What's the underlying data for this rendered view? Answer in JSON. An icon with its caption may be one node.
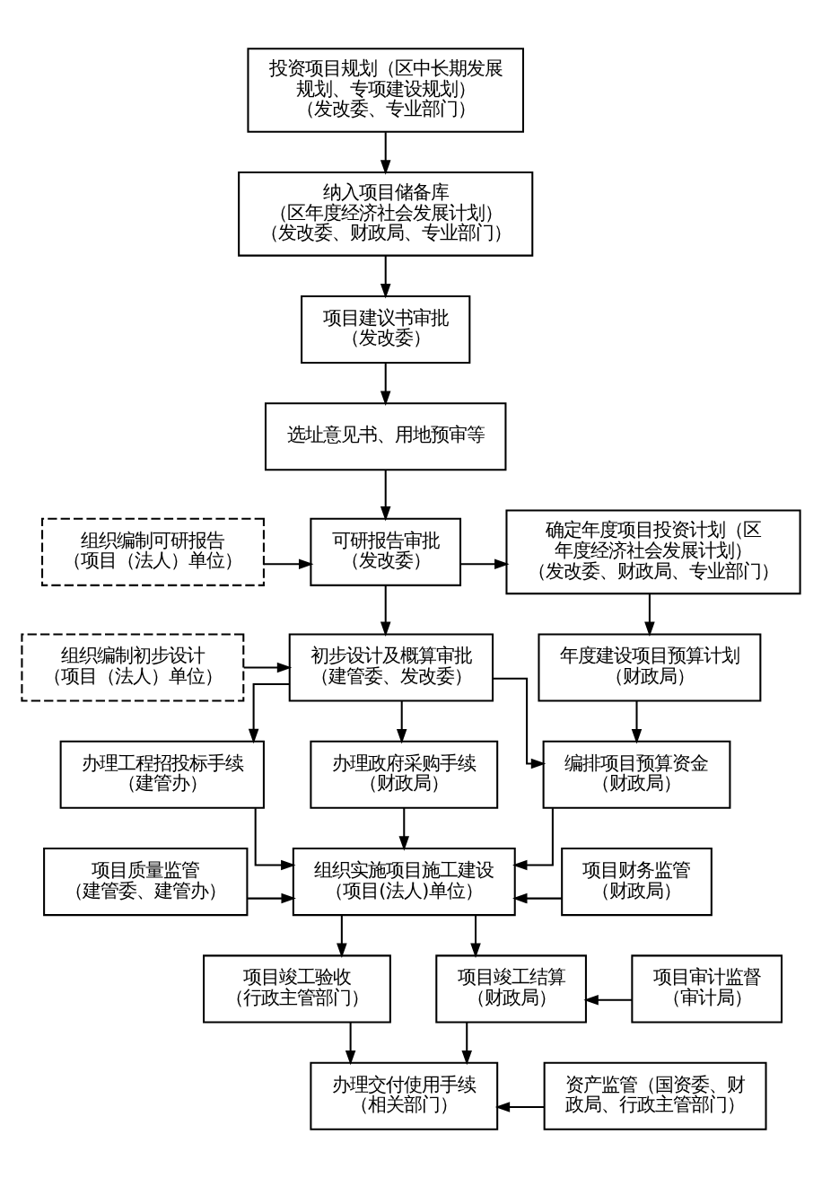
{
  "diagram": {
    "nodes": [
      {
        "text": [
          "投资项目规划（区中长期发展规划、专项建设规划）",
          "（发改委、专业部门）"
        ]
      },
      {
        "text": [
          "纳入项目储备库",
          "（区年度经济社会发展计划）",
          "（发改委、财政局、专业部门）"
        ]
      },
      {
        "text": [
          "项目建议书审批",
          "（发改委）"
        ]
      },
      {
        "text": [
          "选址意见书、用地预审等"
        ]
      },
      {
        "text": [
          "组织编制可研报告",
          "（项目（法人）单位）"
        ]
      },
      {
        "text": [
          "可研报告审批",
          "（发改委）"
        ]
      },
      {
        "text": [
          "确定年度项目投资计划（区年度经济社会发展计划）",
          "（发改委、财政局、专业部门）"
        ]
      },
      {
        "text": [
          "组织编制初步设计",
          "（项目（法人）单位）"
        ]
      },
      {
        "text": [
          "初步设计及概算审批",
          "（建管委、发改委）"
        ]
      },
      {
        "text": [
          "年度建设项目预算计划",
          "（财政局）"
        ]
      },
      {
        "text": [
          "办理工程招投标手续",
          "（建管办）"
        ]
      },
      {
        "text": [
          "办理政府采购手续",
          "（财政局）"
        ]
      },
      {
        "text": [
          "编排项目预算资金",
          "（财政局）"
        ]
      },
      {
        "text": [
          "项目质量监管",
          "（建管委、建管办）"
        ]
      },
      {
        "text": [
          "组织实施项目施工建设",
          "（项目(法人)单位）"
        ]
      },
      {
        "text": [
          "项目财务监管",
          "（财政局）"
        ]
      },
      {
        "text": [
          "项目竣工验收",
          "（行政主管部门）"
        ]
      },
      {
        "text": [
          "项目竣工结算",
          "（财政局）"
        ]
      },
      {
        "text": [
          "项目审计监督",
          "（审计局）"
        ]
      },
      {
        "text": [
          "办理交付使用手续",
          "（相关部门）"
        ]
      },
      {
        "text": [
          "资产监管（国资委、财政局、行政主管部门）"
        ]
      }
    ],
    "edges": [
      {
        "from": 0,
        "to": 1,
        "arrow": "to"
      },
      {
        "from": 1,
        "to": 2,
        "arrow": "to"
      },
      {
        "from": 2,
        "to": 3,
        "arrow": "to"
      },
      {
        "from": 3,
        "to": 5,
        "arrow": "to"
      },
      {
        "from": 4,
        "to": 5,
        "arrow": "to"
      },
      {
        "from": 5,
        "to": 6,
        "arrow": "to"
      },
      {
        "from": 5,
        "to": 8,
        "arrow": "to"
      },
      {
        "from": 6,
        "to": 9,
        "arrow": "to"
      },
      {
        "from": 7,
        "to": 8,
        "arrow": "to"
      },
      {
        "from": 8,
        "to": 10,
        "arrow": "to"
      },
      {
        "from": 8,
        "to": 11,
        "arrow": "to"
      },
      {
        "from": 8,
        "to": 12,
        "arrow": "to"
      },
      {
        "from": 9,
        "to": 12,
        "arrow": "to"
      },
      {
        "from": 10,
        "to": 14,
        "arrow": "to"
      },
      {
        "from": 11,
        "to": 14,
        "arrow": "to"
      },
      {
        "from": 12,
        "to": 14,
        "arrow": "to"
      },
      {
        "from": 13,
        "to": 14,
        "arrow": "to"
      },
      {
        "from": 15,
        "to": 14,
        "arrow": "to"
      },
      {
        "from": 14,
        "to": 16,
        "arrow": "to"
      },
      {
        "from": 14,
        "to": 17,
        "arrow": "to"
      },
      {
        "from": 18,
        "to": 17,
        "arrow": "to"
      },
      {
        "from": 16,
        "to": 19,
        "arrow": "to"
      },
      {
        "from": 17,
        "to": 19,
        "arrow": "to"
      },
      {
        "from": 20,
        "to": 19,
        "arrow": "to"
      }
    ]
  }
}
